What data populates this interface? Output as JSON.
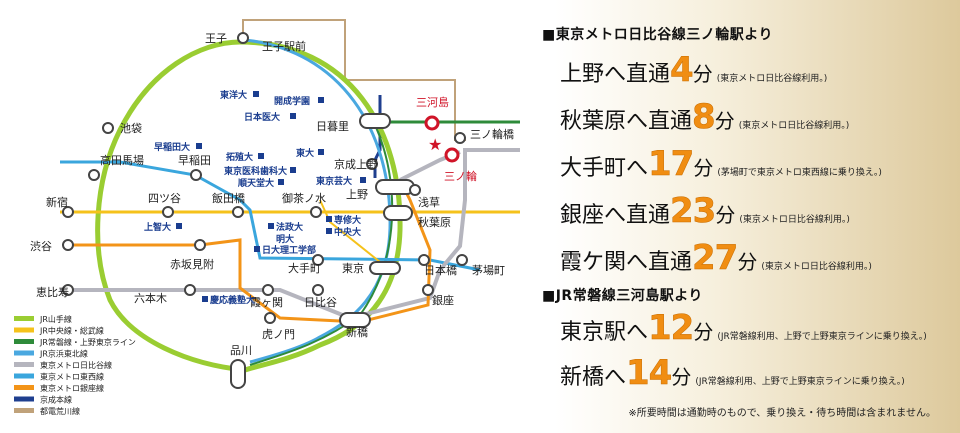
{
  "stations": {
    "oji": "王子",
    "oji_ekimae": "王子駅前",
    "ikebukuro": "池袋",
    "takadanobaba": "高田馬場",
    "waseda": "早稲田",
    "nippori": "日暮里",
    "minowabashi": "三ノ輪橋",
    "mikawashima": "三河島",
    "minowa": "三ノ輪",
    "keisei_ueno": "京成上野",
    "ueno": "上野",
    "asakusa": "浅草",
    "shinjuku": "新宿",
    "yotsuya": "四ツ谷",
    "iidabashi": "飯田橋",
    "ochanomizu": "御茶ノ水",
    "akihabara": "秋葉原",
    "shibuya": "渋谷",
    "akasaka_mitsuke": "赤坂見附",
    "otemachi": "大手町",
    "tokyo": "東京",
    "nihombashi": "日本橋",
    "kayabacho": "茅場町",
    "ebisu": "恵比寿",
    "roppongi": "六本木",
    "kasumigaseki": "霞ヶ関",
    "hibiya": "日比谷",
    "ginza": "銀座",
    "toranomon": "虎ノ門",
    "shimbashi": "新橋",
    "shinagawa": "品川"
  },
  "universities": {
    "toyo": "東洋大",
    "kaisei": "開成学園",
    "nichii": "日本医大",
    "waseda_u": "早稲田大",
    "takushoku": "拓殖大",
    "todai": "東大",
    "tokyo_ika_shika": "東京医科歯科大",
    "juntendo": "順天堂大",
    "tokyo_geidai": "東京芸大",
    "sophia": "上智大",
    "hosei": "法政大",
    "meiji": "明大",
    "nit": "日大理工学部",
    "senshu": "専修大",
    "chuo": "中央大",
    "keio": "慶応義塾大"
  },
  "legend": [
    {
      "label": "JR山手線",
      "color": "#9ACD32"
    },
    {
      "label": "JR中央線・総武線",
      "color": "#F5C21B"
    },
    {
      "label": "JR常磐線・上野東京ライン",
      "color": "#2E8B3A"
    },
    {
      "label": "JR京浜東北線",
      "color": "#4AA8E0"
    },
    {
      "label": "東京メトロ日比谷線",
      "color": "#B5B5BE"
    },
    {
      "label": "東京メトロ東西線",
      "color": "#3AA6DD"
    },
    {
      "label": "東京メトロ銀座線",
      "color": "#F39418"
    },
    {
      "label": "京成本線",
      "color": "#1F3F8F"
    },
    {
      "label": "都電荒川線",
      "color": "#C0A27A"
    }
  ],
  "panel": {
    "section1": "■東京メトロ日比谷線三ノ輪駅より",
    "routes1": [
      {
        "dest": "上野へ直通",
        "min": "4",
        "unit": "分",
        "note": "(東京メトロ日比谷線利用。)"
      },
      {
        "dest": "秋葉原へ直通",
        "min": "8",
        "unit": "分",
        "note": "(東京メトロ日比谷線利用。)"
      },
      {
        "dest": "大手町へ",
        "min": "17",
        "unit": "分",
        "note": "(茅場町で東京メトロ東西線に乗り換え。)"
      },
      {
        "dest": "銀座へ直通",
        "min": "23",
        "unit": "分",
        "note": "(東京メトロ日比谷線利用。)"
      },
      {
        "dest": "霞ケ関へ直通",
        "min": "27",
        "unit": "分",
        "note": "(東京メトロ日比谷線利用。)"
      }
    ],
    "section2": "■JR常磐線三河島駅より",
    "routes2": [
      {
        "dest": "東京駅へ",
        "min": "12",
        "unit": "分",
        "note": "(JR常磐線利用、上野で上野東京ラインに乗り換え。)"
      },
      {
        "dest": "新橋へ",
        "min": "14",
        "unit": "分",
        "note": "(JR常磐線利用、上野で上野東京ラインに乗り換え。)"
      }
    ],
    "footnote": "※所要時間は通勤時のもので、乗り換え・待ち時間は含まれません。"
  }
}
